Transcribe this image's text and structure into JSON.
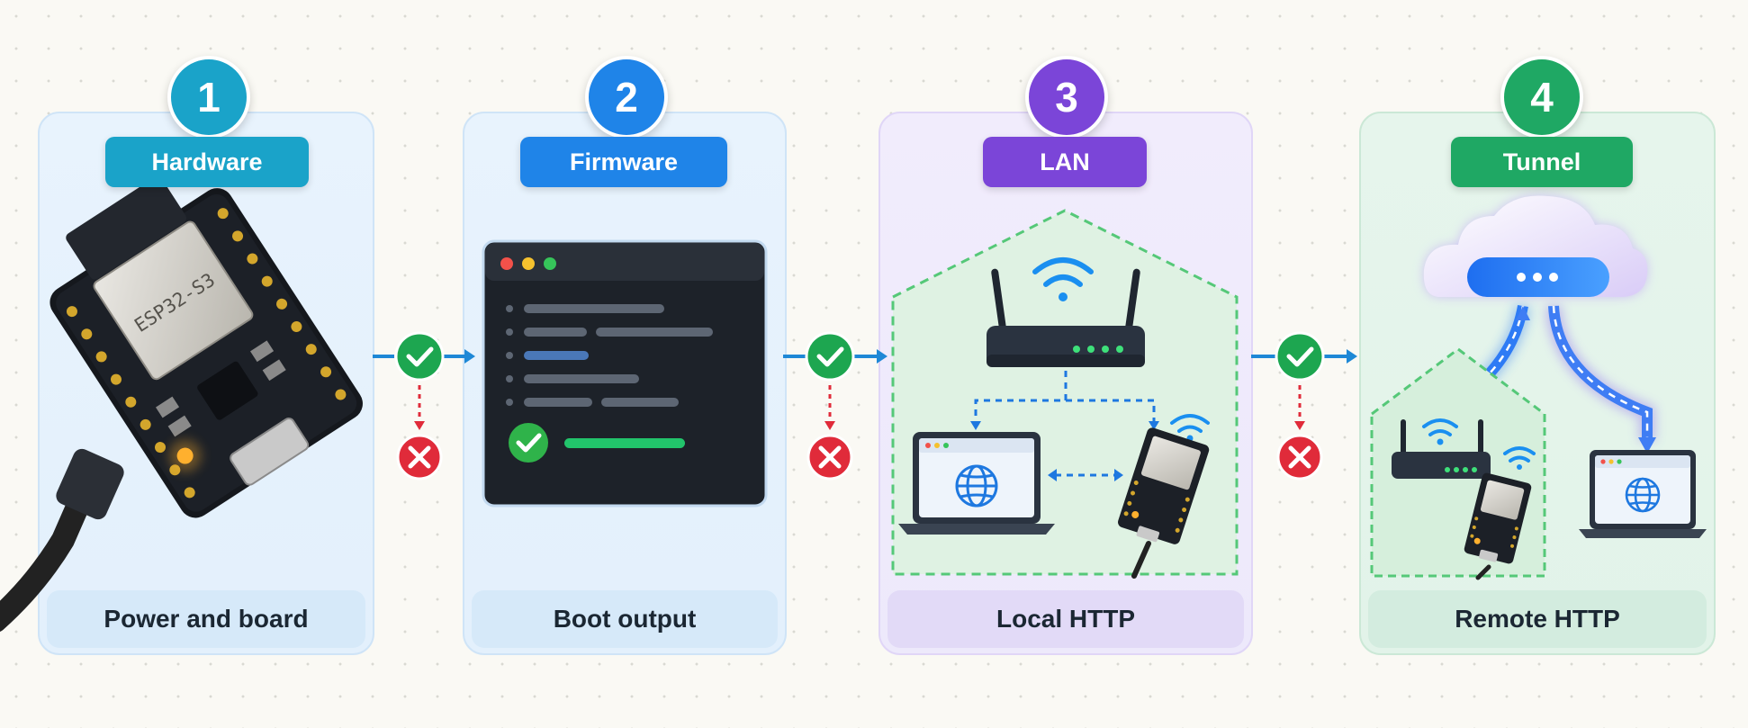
{
  "steps": [
    {
      "number": "1",
      "title": "Hardware",
      "caption": "Power and board",
      "color": "#1aa3c9"
    },
    {
      "number": "2",
      "title": "Firmware",
      "caption": "Boot output",
      "color": "#1f84e8"
    },
    {
      "number": "3",
      "title": "LAN",
      "caption": "Local HTTP",
      "color": "#7b45d8"
    },
    {
      "number": "4",
      "title": "Tunnel",
      "caption": "Remote HTTP",
      "color": "#1fa864"
    }
  ],
  "board_label": "ESP32-S3",
  "colors": {
    "pass": "#1da650",
    "fail": "#e02b3a",
    "arrow": "#1e88d6",
    "wifi": "#1a8ff0",
    "terminal": "#1d2229"
  },
  "icons": [
    "check-icon",
    "x-icon",
    "wifi-icon",
    "globe-icon",
    "cloud-icon",
    "router-icon",
    "laptop-icon",
    "terminal-window-icon",
    "usb-cable-icon"
  ]
}
